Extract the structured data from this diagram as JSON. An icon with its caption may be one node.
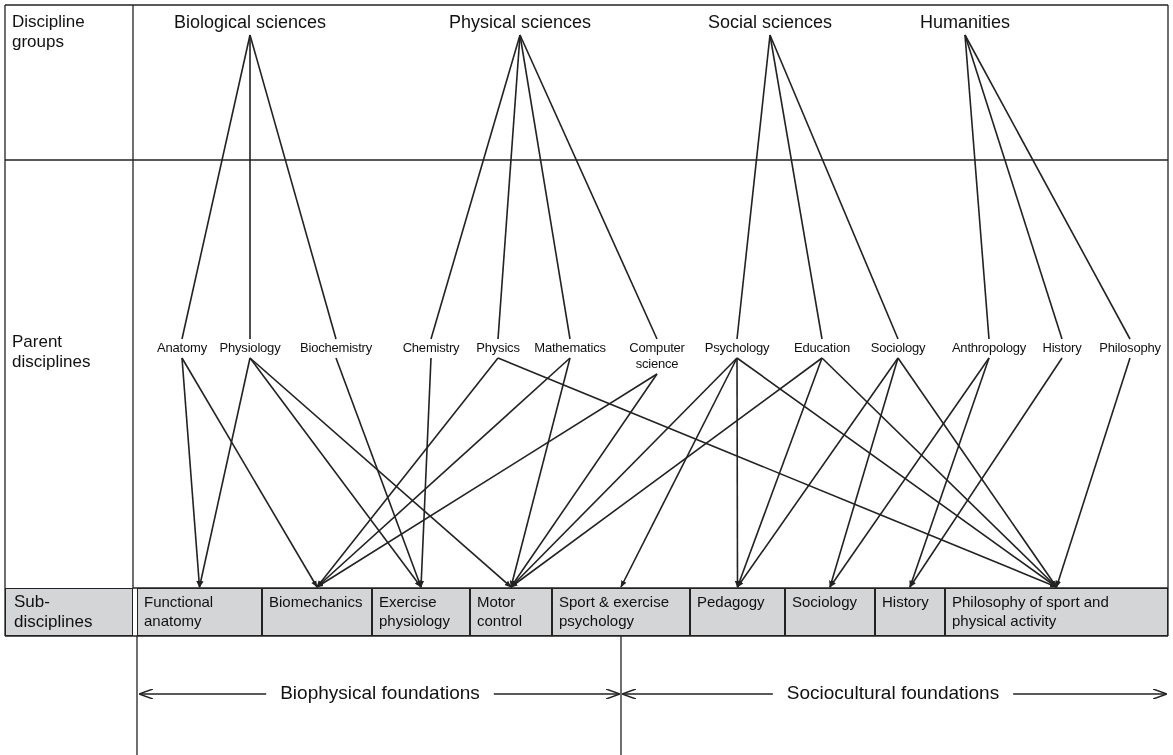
{
  "diagram": {
    "nodes": [
      {
        "text": [
          "Biological sciences"
        ]
      },
      {
        "text": [
          "Physical sciences"
        ]
      },
      {
        "text": [
          "Social sciences"
        ]
      },
      {
        "text": [
          "Humanities"
        ]
      },
      {
        "text": [
          "Anatomy"
        ]
      },
      {
        "text": [
          "Physiology"
        ]
      },
      {
        "text": [
          "Biochemistry"
        ]
      },
      {
        "text": [
          "Chemistry"
        ]
      },
      {
        "text": [
          "Physics"
        ]
      },
      {
        "text": [
          "Mathematics"
        ]
      },
      {
        "text": [
          "Computer science"
        ]
      },
      {
        "text": [
          "Psychology"
        ]
      },
      {
        "text": [
          "Education"
        ]
      },
      {
        "text": [
          "Sociology"
        ]
      },
      {
        "text": [
          "Anthropology"
        ]
      },
      {
        "text": [
          "History"
        ]
      },
      {
        "text": [
          "Philosophy"
        ]
      },
      {
        "text": [
          "Sub-disciplines"
        ]
      },
      {
        "text": [
          "Functional anatomy"
        ]
      },
      {
        "text": [
          "Biomechanics"
        ]
      },
      {
        "text": [
          "Exercise physiology"
        ]
      },
      {
        "text": [
          "Motor control"
        ]
      },
      {
        "text": [
          "Sport & exercise psychology"
        ]
      },
      {
        "text": [
          "Pedagogy"
        ]
      },
      {
        "text": [
          "Sociology"
        ]
      },
      {
        "text": [
          "History"
        ]
      },
      {
        "text": [
          "Philosophy of sport and physical activity"
        ]
      }
    ],
    "edges": [
      {
        "from": 0,
        "to": 4,
        "arrow": "none"
      },
      {
        "from": 0,
        "to": 5,
        "arrow": "none"
      },
      {
        "from": 0,
        "to": 6,
        "arrow": "none"
      },
      {
        "from": 1,
        "to": 7,
        "arrow": "none"
      },
      {
        "from": 1,
        "to": 8,
        "arrow": "none"
      },
      {
        "from": 1,
        "to": 9,
        "arrow": "none"
      },
      {
        "from": 1,
        "to": 10,
        "arrow": "none"
      },
      {
        "from": 2,
        "to": 11,
        "arrow": "none"
      },
      {
        "from": 2,
        "to": 12,
        "arrow": "none"
      },
      {
        "from": 2,
        "to": 13,
        "arrow": "none"
      },
      {
        "from": 3,
        "to": 14,
        "arrow": "none"
      },
      {
        "from": 3,
        "to": 15,
        "arrow": "none"
      },
      {
        "from": 3,
        "to": 16,
        "arrow": "none"
      },
      {
        "from": 4,
        "to": 18,
        "arrow": "to"
      },
      {
        "from": 4,
        "to": 19,
        "arrow": "to"
      },
      {
        "from": 5,
        "to": 18,
        "arrow": "to"
      },
      {
        "from": 5,
        "to": 20,
        "arrow": "to"
      },
      {
        "from": 5,
        "to": 21,
        "arrow": "to"
      },
      {
        "from": 6,
        "to": 20,
        "arrow": "to"
      },
      {
        "from": 7,
        "to": 20,
        "arrow": "to"
      },
      {
        "from": 8,
        "to": 19,
        "arrow": "to"
      },
      {
        "from": 8,
        "to": 26,
        "arrow": "to"
      },
      {
        "from": 9,
        "to": 19,
        "arrow": "to"
      },
      {
        "from": 9,
        "to": 21,
        "arrow": "to"
      },
      {
        "from": 10,
        "to": 19,
        "arrow": "to"
      },
      {
        "from": 10,
        "to": 21,
        "arrow": "to"
      },
      {
        "from": 11,
        "to": 21,
        "arrow": "to"
      },
      {
        "from": 11,
        "to": 22,
        "arrow": "to"
      },
      {
        "from": 11,
        "to": 23,
        "arrow": "to"
      },
      {
        "from": 11,
        "to": 26,
        "arrow": "to"
      },
      {
        "from": 12,
        "to": 21,
        "arrow": "to"
      },
      {
        "from": 12,
        "to": 23,
        "arrow": "to"
      },
      {
        "from": 12,
        "to": 26,
        "arrow": "to"
      },
      {
        "from": 13,
        "to": 23,
        "arrow": "to"
      },
      {
        "from": 13,
        "to": 24,
        "arrow": "to"
      },
      {
        "from": 13,
        "to": 26,
        "arrow": "to"
      },
      {
        "from": 14,
        "to": 24,
        "arrow": "to"
      },
      {
        "from": 14,
        "to": 25,
        "arrow": "to"
      },
      {
        "from": 15,
        "to": 25,
        "arrow": "to"
      },
      {
        "from": 16,
        "to": 26,
        "arrow": "to"
      }
    ],
    "labels": [
      "Discipline groups",
      "Parent disciplines",
      "Biophysical foundations",
      "Sociocultural foundations"
    ]
  }
}
